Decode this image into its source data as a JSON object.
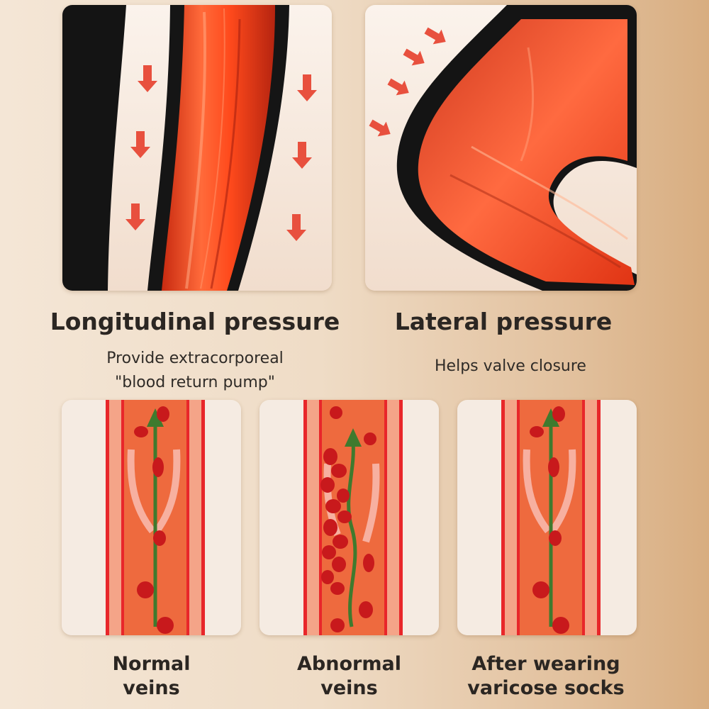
{
  "panels": {
    "longitudinal": {
      "title": "Longitudinal pressure",
      "subtitle_line1": "Provide extracorporeal",
      "subtitle_line2": "\"blood return pump\"",
      "arrow_icon": "down-arrow-icon"
    },
    "lateral": {
      "title": "Lateral pressure",
      "subtitle": "Helps valve closure",
      "arrow_icon": "diagonal-arrow-icon"
    }
  },
  "veins": [
    {
      "caption_line1": "Normal",
      "caption_line2": "veins"
    },
    {
      "caption_line1": "Abnormal",
      "caption_line2": "veins"
    },
    {
      "caption_line1": "After wearing",
      "caption_line2": "varicose socks"
    }
  ],
  "colors": {
    "muscle": "#f2481e",
    "sock": "#141414",
    "vein_wall": "#e8262a",
    "vein_fill": "#f07a52",
    "blood_cell": "#c8191c",
    "flow_arrow": "#3f7a2e",
    "arrow": "#f05a4a"
  }
}
